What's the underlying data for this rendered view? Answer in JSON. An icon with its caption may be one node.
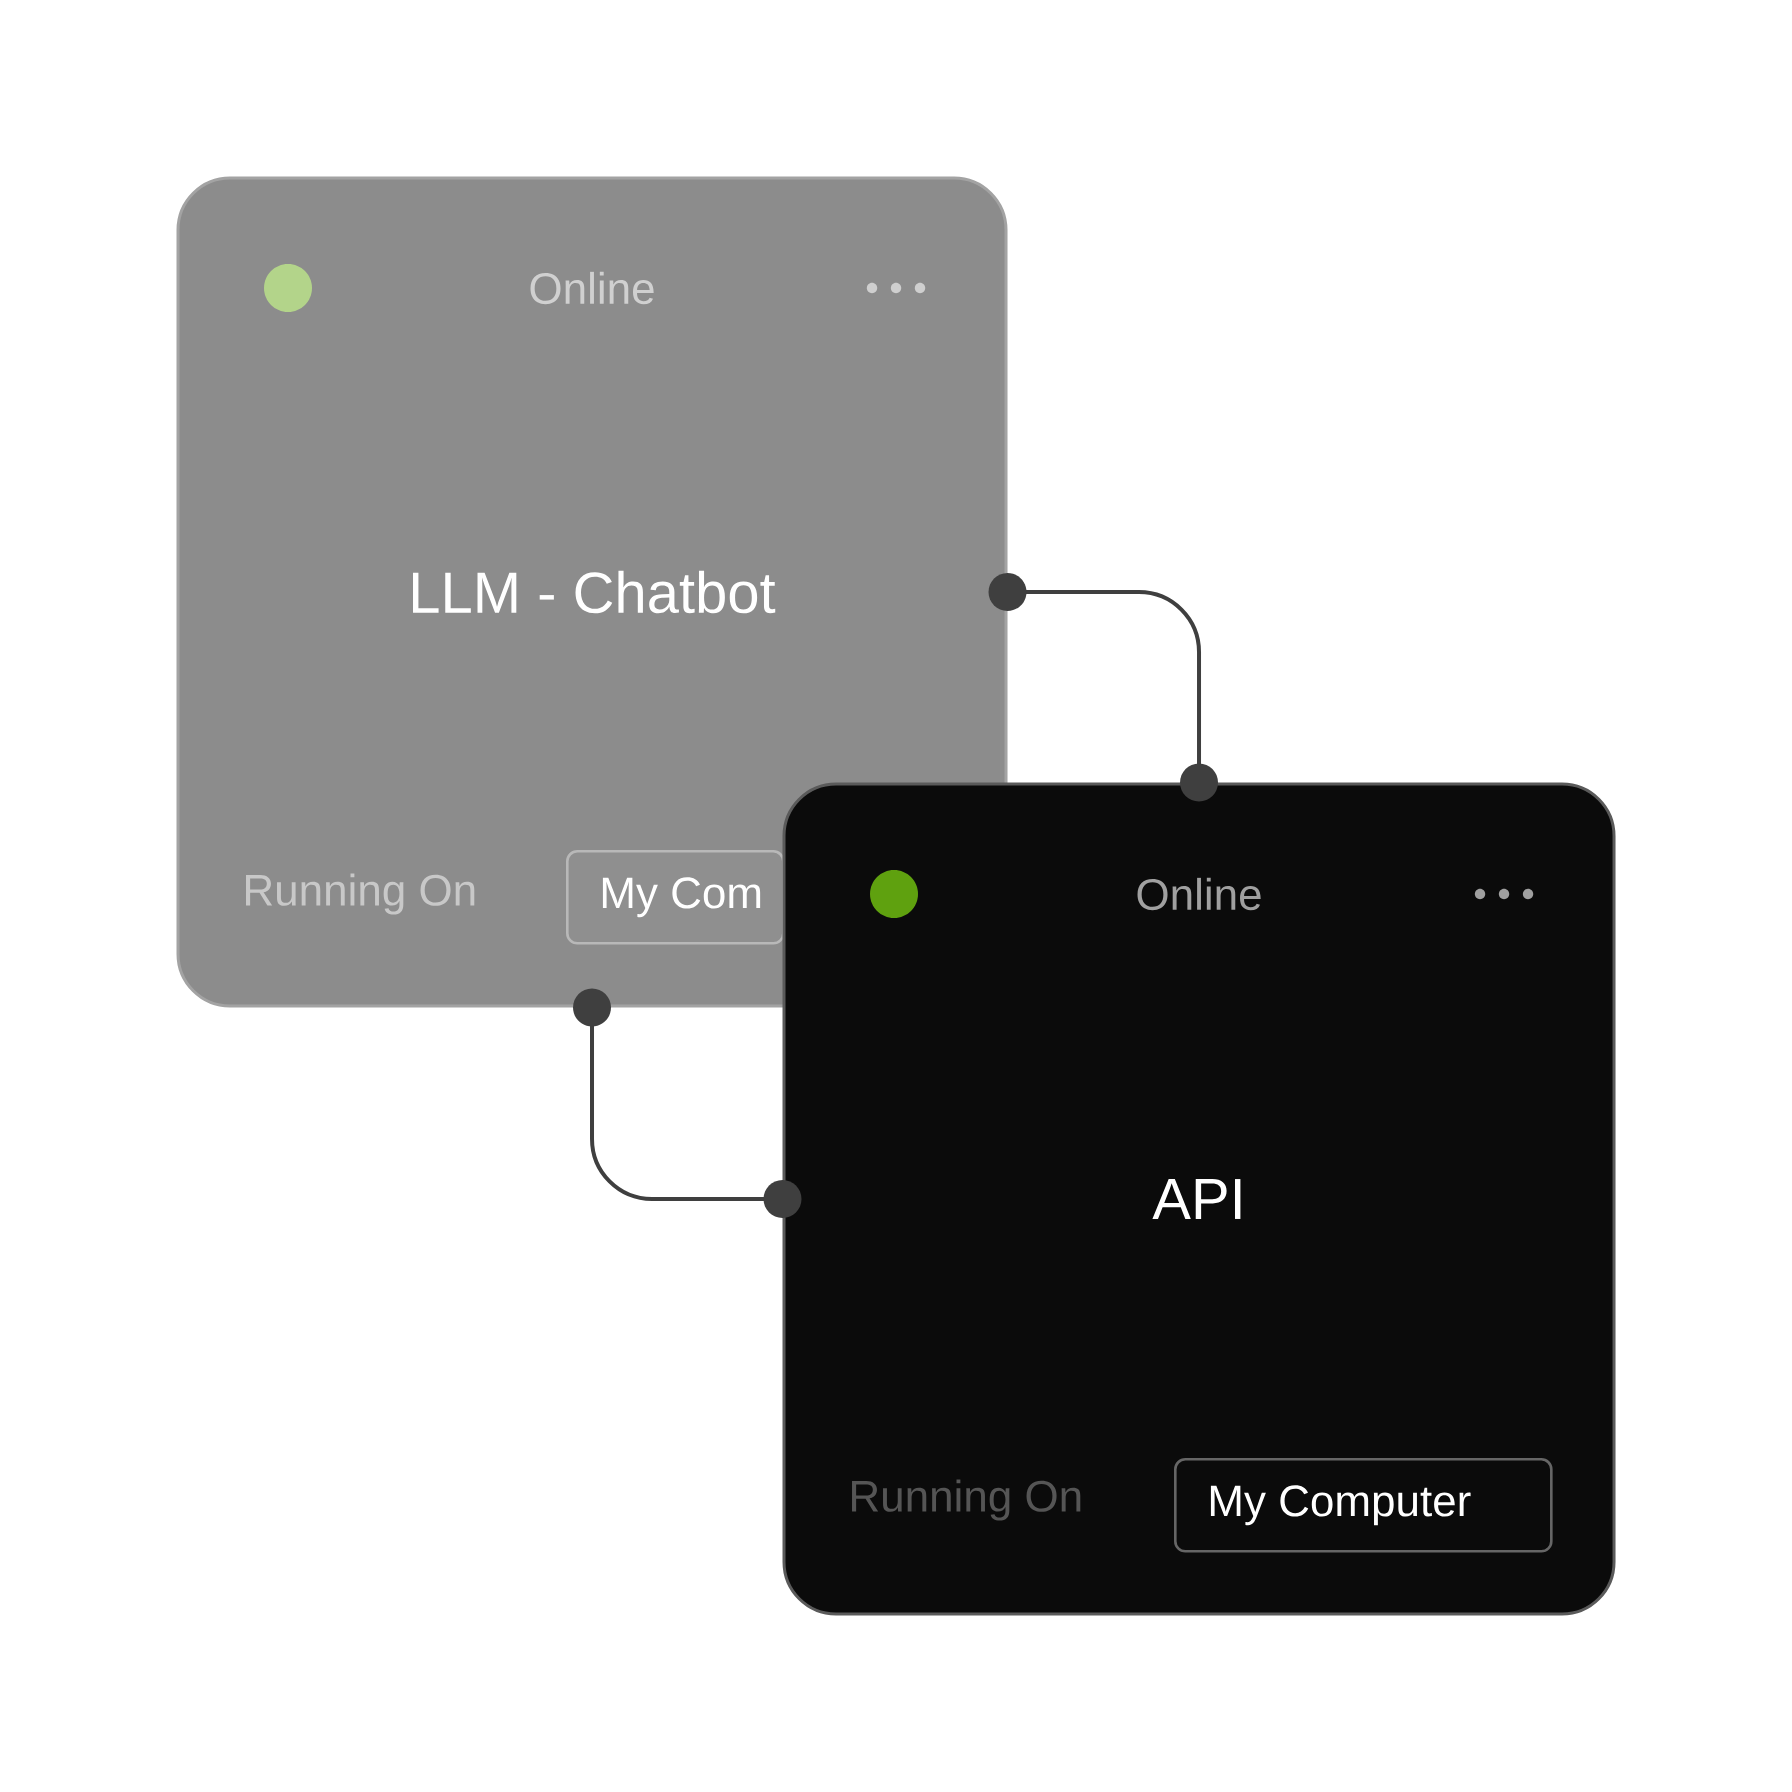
{
  "diagram": {
    "nodes": [
      {
        "text": [
          "Online",
          "LLM - Chatbot",
          "Running On"
        ]
      },
      {
        "text": [
          "My Com"
        ],
        "in": 0
      },
      {
        "text": [
          "Online",
          "API",
          "Running On"
        ]
      },
      {
        "text": [
          "My Computer"
        ],
        "in": 2
      }
    ],
    "edges": [
      {
        "from": 0,
        "to": 2,
        "arrow": "other"
      },
      {
        "from": 0,
        "to": 2,
        "arrow": "other"
      }
    ]
  }
}
